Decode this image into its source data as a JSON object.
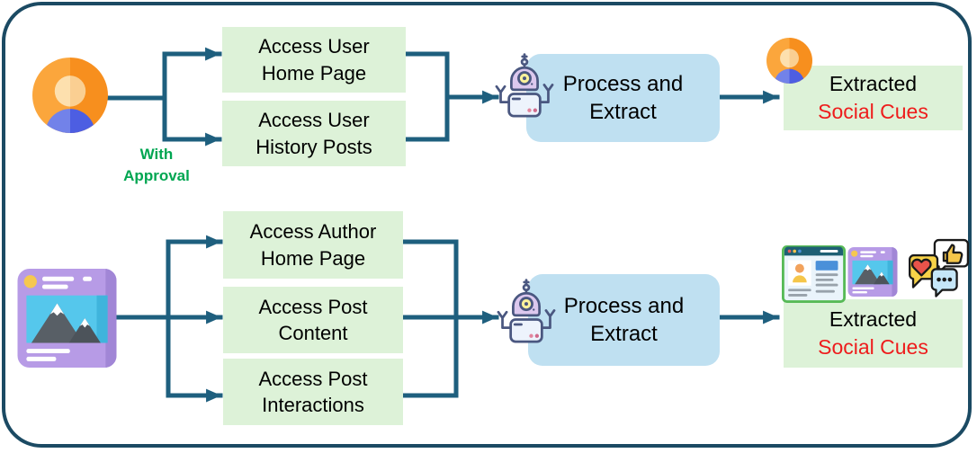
{
  "diagram": {
    "top_flow": {
      "source_icon": "user-avatar",
      "approval_label": {
        "line1": "With",
        "line2": "Approval"
      },
      "access_boxes": [
        {
          "line1": "Access User",
          "line2": "Home Page"
        },
        {
          "line1": "Access User",
          "line2": "History Posts"
        }
      ],
      "process_box": {
        "line1": "Process and",
        "line2": "Extract"
      },
      "process_icon": "robot-agent",
      "result_icon": "user-avatar",
      "result_box": {
        "line1": "Extracted",
        "line2": "Social Cues"
      }
    },
    "bottom_flow": {
      "source_icon": "social-media-post",
      "access_boxes": [
        {
          "line1": "Access Author",
          "line2": "Home Page"
        },
        {
          "line1": "Access Post",
          "line2": "Content"
        },
        {
          "line1": "Access Post",
          "line2": "Interactions"
        }
      ],
      "process_box": {
        "line1": "Process and",
        "line2": "Extract"
      },
      "process_icon": "robot-agent",
      "result_icons": [
        "browser-profile-page",
        "social-media-post",
        "reaction-bubbles"
      ],
      "result_box": {
        "line1": "Extracted",
        "line2": "Social Cues"
      }
    }
  },
  "colors": {
    "frame_border": "#1B4A63",
    "connector": "#1E5F7E",
    "access_box_bg": "#DDF2D8",
    "process_box_bg": "#BFE0F1",
    "result_accent": "#EE1C1C",
    "approval_green": "#00A651",
    "text": "#000000"
  }
}
